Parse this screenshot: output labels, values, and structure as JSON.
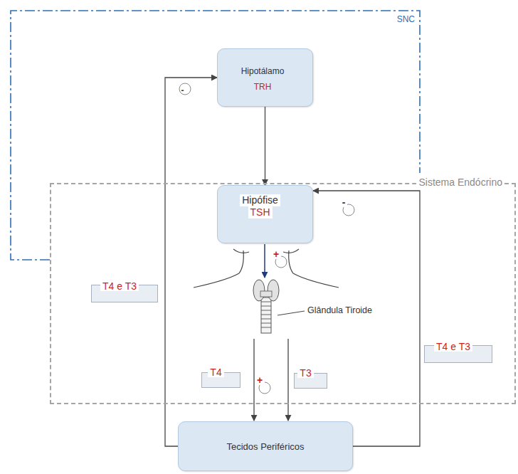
{
  "diagram": {
    "nodes": [
      {
        "text": [
          "SNC"
        ]
      },
      {
        "text": [
          "Hipotálamo",
          "TRH"
        ],
        "in": 0
      },
      {
        "text": [
          "-"
        ],
        "in": 0
      },
      {
        "text": [
          "Sistema Endócrino"
        ]
      },
      {
        "text": [
          "Hipófise",
          "TSH"
        ],
        "in": 3
      },
      {
        "text": [
          "-"
        ],
        "in": 3
      },
      {
        "text": [
          "+"
        ],
        "in": 3
      },
      {
        "text": [
          "T4 e T3"
        ],
        "in": 3
      },
      {
        "text": [
          "T4 e T3"
        ],
        "in": 3
      },
      {
        "text": [
          "T4"
        ],
        "in": 3
      },
      {
        "text": [
          "+"
        ],
        "in": 3
      },
      {
        "text": [
          "T3"
        ],
        "in": 3
      },
      {
        "text": [
          "Tecidos Periféricos"
        ]
      }
    ],
    "edges": [
      {
        "from": 1,
        "to": 4,
        "arrow": "to"
      },
      {
        "from": 12,
        "to": 1,
        "arrow": "to"
      },
      {
        "from": 12,
        "to": 4,
        "arrow": "to"
      }
    ],
    "labels": [
      "Glândula Tiroide"
    ]
  }
}
